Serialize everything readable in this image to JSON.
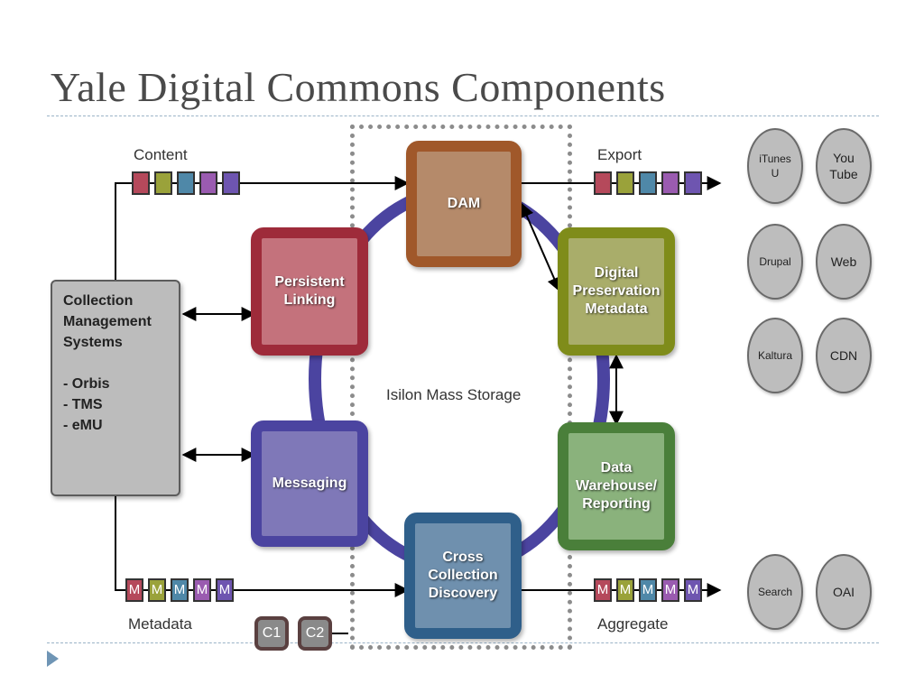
{
  "title": "Yale Digital Commons Components",
  "storage_label": "Isilon Mass Storage",
  "nodes": {
    "dam": "DAM",
    "persistent_linking": "Persistent\nLinking",
    "digital_preservation": "Digital\nPreservation\nMetadata",
    "messaging": "Messaging",
    "data_warehouse": "Data\nWarehouse/\nReporting",
    "cross_collection": "Cross\nCollection\nDiscovery"
  },
  "cms": {
    "lines": [
      "Collection",
      "Management",
      "Systems",
      "",
      "- Orbis",
      "- TMS",
      "- eMU"
    ]
  },
  "flow_labels": {
    "content": "Content",
    "export": "Export",
    "metadata": "Metadata",
    "aggregate": "Aggregate"
  },
  "marker_letter": "M",
  "components": [
    "C1",
    "C2"
  ],
  "outputs": {
    "itunes": "iTunes\nU",
    "youtube": "You\nTube",
    "drupal": "Drupal",
    "web": "Web",
    "kaltura": "Kaltura",
    "cdn": "CDN",
    "search": "Search",
    "oai": "OAI"
  },
  "colors": {
    "dam": "#a0582a",
    "persistent_linking": "#9e2b3a",
    "digital_preservation": "#7f8c1a",
    "messaging": "#4b44a0",
    "data_warehouse": "#4a7f3a",
    "cross_collection": "#2f5f8a",
    "ring": "#4b44a0",
    "item_colors": [
      "#b5495b",
      "#9aa23a",
      "#4f88a8",
      "#9a5bb0",
      "#6e55b0"
    ]
  }
}
